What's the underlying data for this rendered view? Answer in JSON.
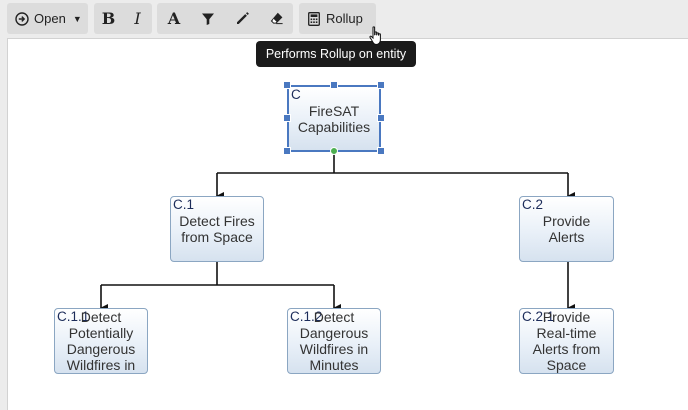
{
  "toolbar": {
    "open_label": "Open",
    "rollup_label": "Rollup",
    "tooltip": "Performs Rollup on entity"
  },
  "nodes": {
    "root": {
      "id": "C",
      "text": "FireSAT\nCapabilities"
    },
    "c1": {
      "id": "C.1",
      "text": "Detect Fires\nfrom Space"
    },
    "c2": {
      "id": "C.2",
      "text": "Provide\nAlerts"
    },
    "c11": {
      "id": "C.1.1",
      "text": "Detect\nPotentially\nDangerous\nWildfires in"
    },
    "c12": {
      "id": "C.1.2",
      "text": "Detect\nDangerous\nWildfires in\nMinutes"
    },
    "c21": {
      "id": "C.2.1",
      "text": "Provide\nReal-time\nAlerts from\nSpace"
    }
  },
  "colors": {
    "selection": "#4a78c0",
    "node_border": "#8ba6c2",
    "tooltip_bg": "#1b1b1b"
  }
}
